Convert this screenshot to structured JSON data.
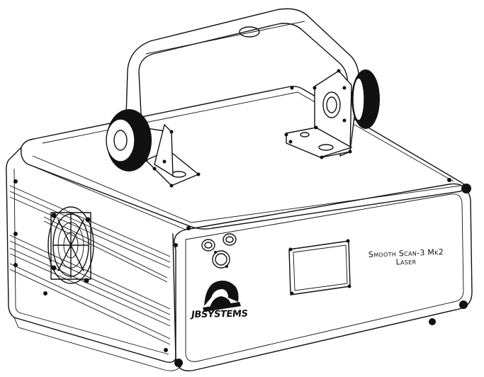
{
  "product": {
    "name": "Smooth Scan-3 Mk2",
    "type": "Laser"
  },
  "brand": {
    "name": "JBSYSTEMS",
    "logo_icon": "jbsystems-logo-icon"
  },
  "colors": {
    "line": "#111111",
    "background": "#ffffff"
  }
}
